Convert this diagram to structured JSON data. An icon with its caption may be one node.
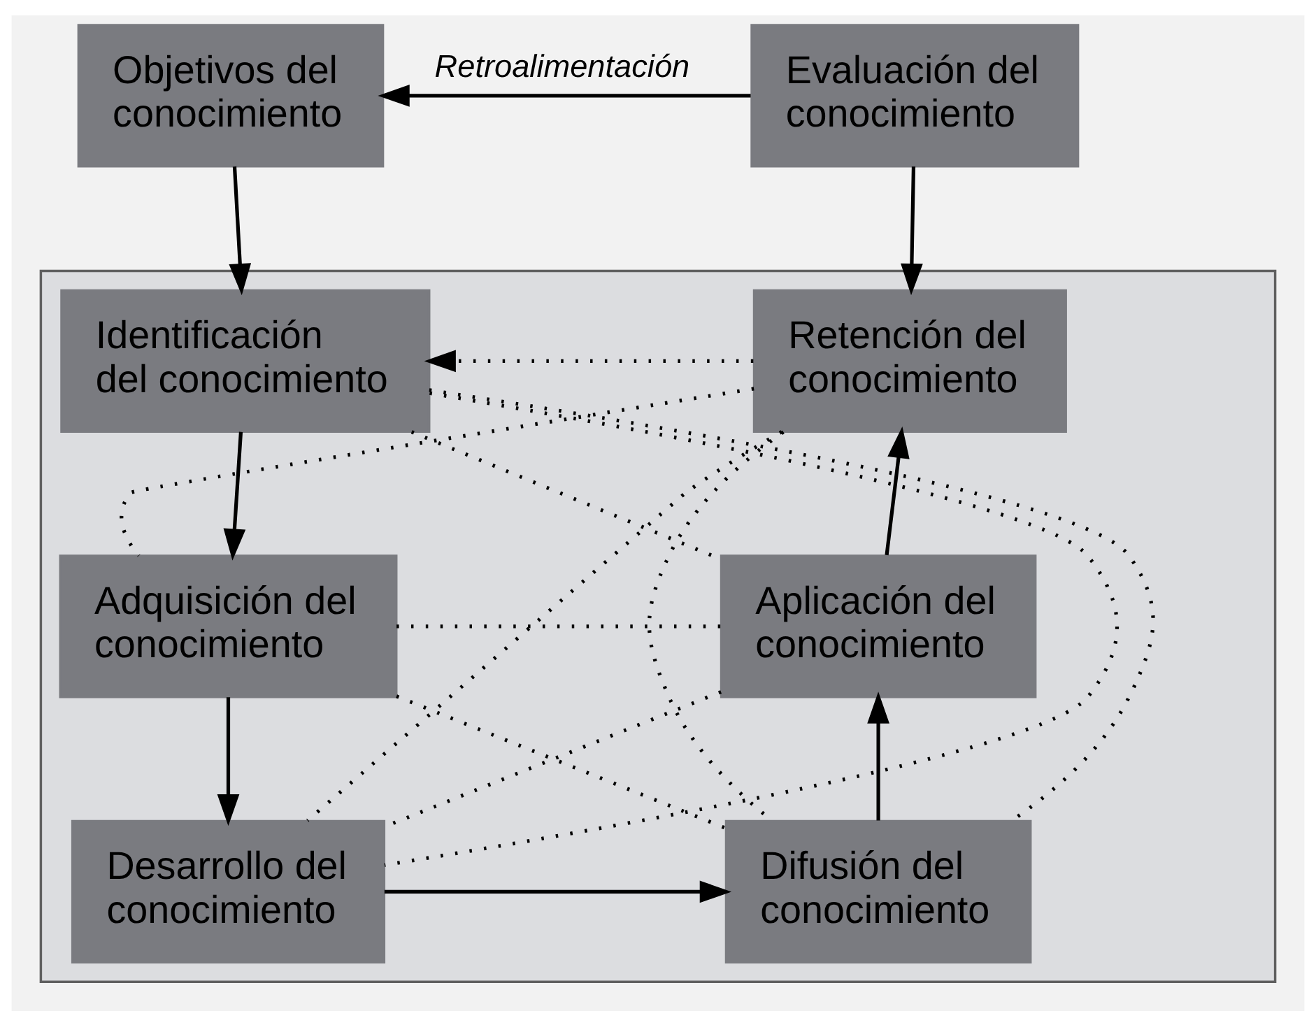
{
  "diagram": {
    "nodes": [
      {
        "text": [
          "Objetivos del conocimiento"
        ]
      },
      {
        "text": [
          "Evaluación del conocimiento"
        ]
      },
      {
        "text": [],
        "shape": "box"
      },
      {
        "text": [
          "Identificación del conocimiento"
        ],
        "in": 2
      },
      {
        "text": [
          "Retención del conocimiento"
        ],
        "in": 2
      },
      {
        "text": [
          "Adquisición del conocimiento"
        ],
        "in": 2
      },
      {
        "text": [
          "Aplicación del conocimiento"
        ],
        "in": 2
      },
      {
        "text": [
          "Desarrollo del conocimiento"
        ],
        "in": 2
      },
      {
        "text": [
          "Difusión del conocimiento"
        ],
        "in": 2
      }
    ],
    "edges": [
      {
        "from": 1,
        "to": 0,
        "arrow": "to",
        "label": "Retroalimentación"
      },
      {
        "from": 0,
        "to": 3,
        "arrow": "to"
      },
      {
        "from": 1,
        "to": 4,
        "arrow": "to"
      },
      {
        "from": 3,
        "to": 5,
        "arrow": "to"
      },
      {
        "from": 5,
        "to": 7,
        "arrow": "to"
      },
      {
        "from": 7,
        "to": 8,
        "arrow": "to"
      },
      {
        "from": 8,
        "to": 6,
        "arrow": "to"
      },
      {
        "from": 6,
        "to": 4,
        "arrow": "to"
      },
      {
        "from": 4,
        "to": 3,
        "arrow": "to",
        "style": "dashed"
      },
      {
        "from": 3,
        "to": 6,
        "arrow": "none",
        "style": "dashed"
      },
      {
        "from": 3,
        "to": 7,
        "arrow": "none",
        "style": "dashed"
      },
      {
        "from": 3,
        "to": 8,
        "arrow": "none",
        "style": "dashed"
      },
      {
        "from": 4,
        "to": 5,
        "arrow": "none",
        "style": "dashed"
      },
      {
        "from": 4,
        "to": 7,
        "arrow": "none",
        "style": "dashed"
      },
      {
        "from": 4,
        "to": 8,
        "arrow": "none",
        "style": "dashed"
      },
      {
        "from": 5,
        "to": 6,
        "arrow": "none",
        "style": "dashed"
      },
      {
        "from": 5,
        "to": 8,
        "arrow": "none",
        "style": "dashed"
      },
      {
        "from": 6,
        "to": 7,
        "arrow": "none",
        "style": "dashed"
      }
    ]
  }
}
